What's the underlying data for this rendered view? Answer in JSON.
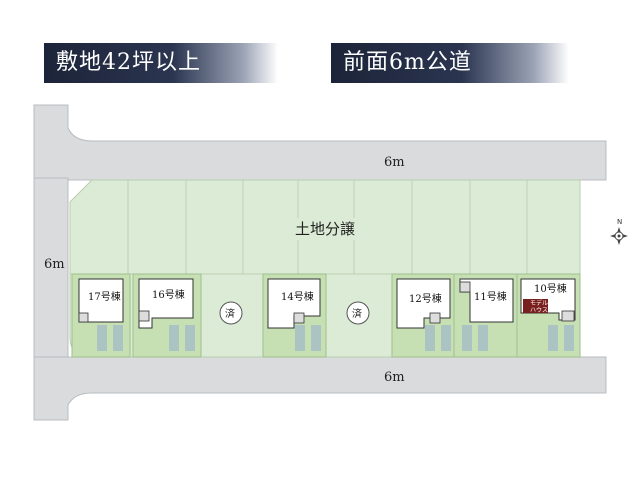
{
  "banners": {
    "left": "敷地42坪以上",
    "right": "前面6m公道"
  },
  "roads": {
    "top_width": "6m",
    "left_width": "6m",
    "bottom_width": "6m"
  },
  "subdivision_label": "土地分譲",
  "lots": [
    {
      "id": "17",
      "label": "17号棟"
    },
    {
      "id": "16",
      "label": "16号棟"
    },
    {
      "id": "14",
      "label": "14号棟"
    },
    {
      "id": "12",
      "label": "12号棟"
    },
    {
      "id": "11",
      "label": "11号棟"
    },
    {
      "id": "10",
      "label": "10号棟"
    }
  ],
  "sold_marks": [
    "済",
    "済"
  ],
  "model_house": {
    "line1": "モデル",
    "line2": "ハウス"
  },
  "compass": {
    "north": "N"
  },
  "colors": {
    "road": "#d9dbdc",
    "land": "#dcebd5",
    "lot_built": "#c6e0b4",
    "model_house": "#7a1f1f"
  }
}
